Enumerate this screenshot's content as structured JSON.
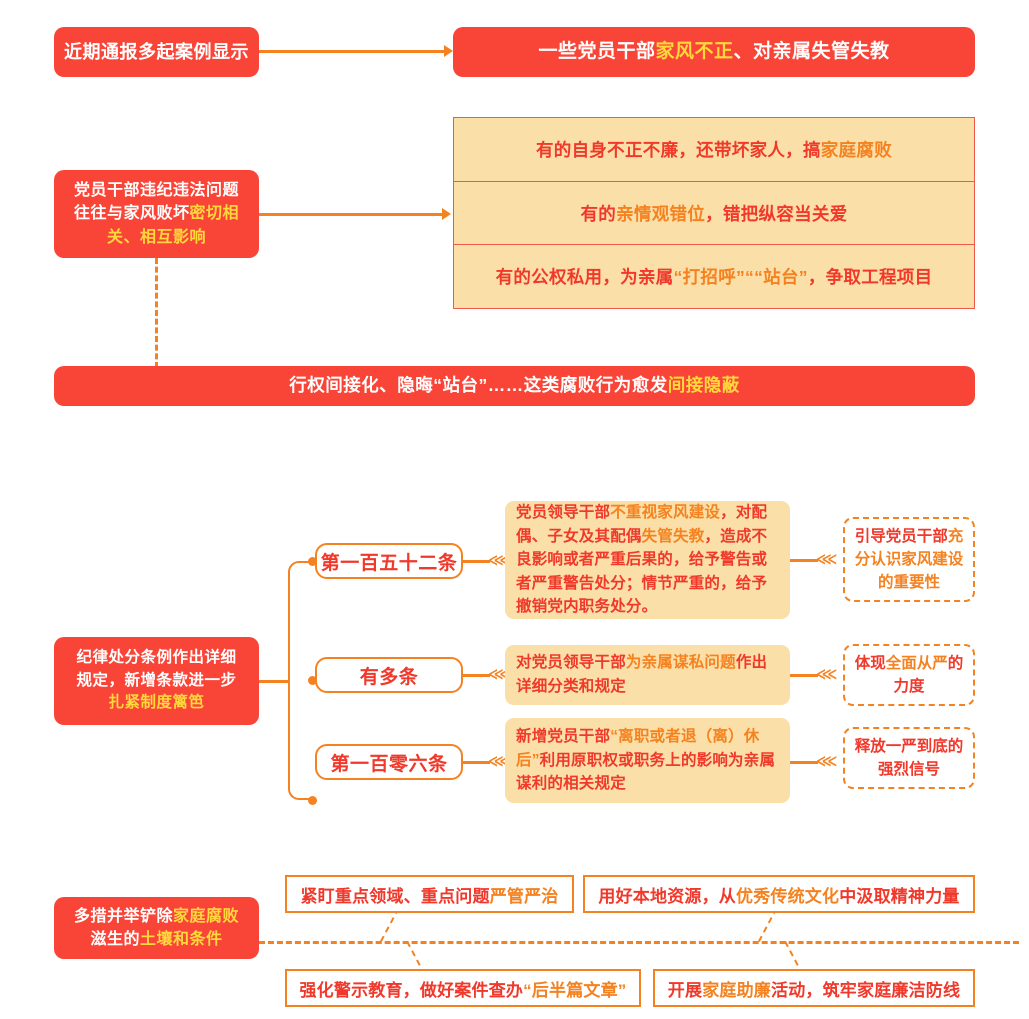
{
  "theme": {
    "red": "#F94538",
    "red_text": "#F0392B",
    "orange": "#F58220",
    "yellow": "#FFD83B",
    "tan": "#FAE0A8",
    "white": "#FFFFFF"
  },
  "section1": {
    "source_label": {
      "text": "近期通报多起案例显示"
    },
    "headline": {
      "part1": "一些党员干部",
      "highlight": "家风不正",
      "part2": "、对亲属失管失教"
    },
    "cause_box": {
      "part1": "党员干部违纪违法问题",
      "part2": "往往与家风败坏",
      "highlight1": "密切相",
      "highlight2": "关、相互影响"
    },
    "examples": [
      {
        "seg1": "有的自身不正不廉，还带坏家人，搞",
        "hl": "家庭腐败",
        "seg2": ""
      },
      {
        "seg1": "有的",
        "hl": "亲情观错位",
        "seg2": "，错把纵容当关爱"
      },
      {
        "seg1": "有的公权私用，为亲属",
        "hl": "“打招呼”““站台”",
        "seg2": "，争取工程项目"
      }
    ],
    "banner": {
      "part1": "行权间接化、隐晦“站台”……这类腐败行为愈发",
      "highlight": "间接隐蔽"
    }
  },
  "section2": {
    "root": {
      "part1": "纪律处分条例作出详细",
      "part2": "规定，新增条款进一步",
      "highlight": "扎紧制度篱笆"
    },
    "branches": [
      {
        "label": "第一百五十二条",
        "detail": {
          "seg1": "党员领导干部",
          "hl1": "不重视家风建设",
          "seg2": "，对配偶、子女及其配偶",
          "hl2": "失管失教",
          "seg3": "，造成不良影响或者严重后果的，给予警告或者严重警告处分；情节严重的，给予撤销党内职务处分。"
        },
        "outcome": {
          "seg1": "引导党员干部",
          "hl": "充分认识家风建设的重要性",
          "seg2": ""
        }
      },
      {
        "label": "有多条",
        "detail": {
          "seg1": "对党员领导干部",
          "hl1": "为亲属谋私问题",
          "seg2": "作出详细分类和规定",
          "hl2": "",
          "seg3": ""
        },
        "outcome": {
          "seg1": "体现",
          "hl": "全面从严",
          "seg2": "的力度"
        }
      },
      {
        "label": "第一百零六条",
        "detail": {
          "seg1": "新增党员干部",
          "hl1": "“离职或者退（离）休后”",
          "seg2": "利用原职权或职务上的影响为亲属谋利的相关规定",
          "hl2": "",
          "seg3": ""
        },
        "outcome": {
          "seg1": "释放一严到底的强烈信号",
          "hl": "",
          "seg2": ""
        }
      }
    ]
  },
  "section3": {
    "root": {
      "part1": "多措并举铲除",
      "highlight1": "家庭腐败",
      "part2": "滋生的",
      "highlight2": "土壤和条件"
    },
    "measures": [
      {
        "seg1": "紧盯重点领域、重点问题",
        "hl": "严管严治",
        "seg2": ""
      },
      {
        "seg1": "用好本地资源，从",
        "hl": "优秀传统文化",
        "seg2": "中汲取精神力量"
      },
      {
        "seg1": "强化警示教育，做好案件查办",
        "hl": "“后半篇文章”",
        "seg2": ""
      },
      {
        "seg1": "开展",
        "hl": "家庭助廉",
        "seg2": "活动，筑牢家庭廉洁防线"
      }
    ]
  }
}
